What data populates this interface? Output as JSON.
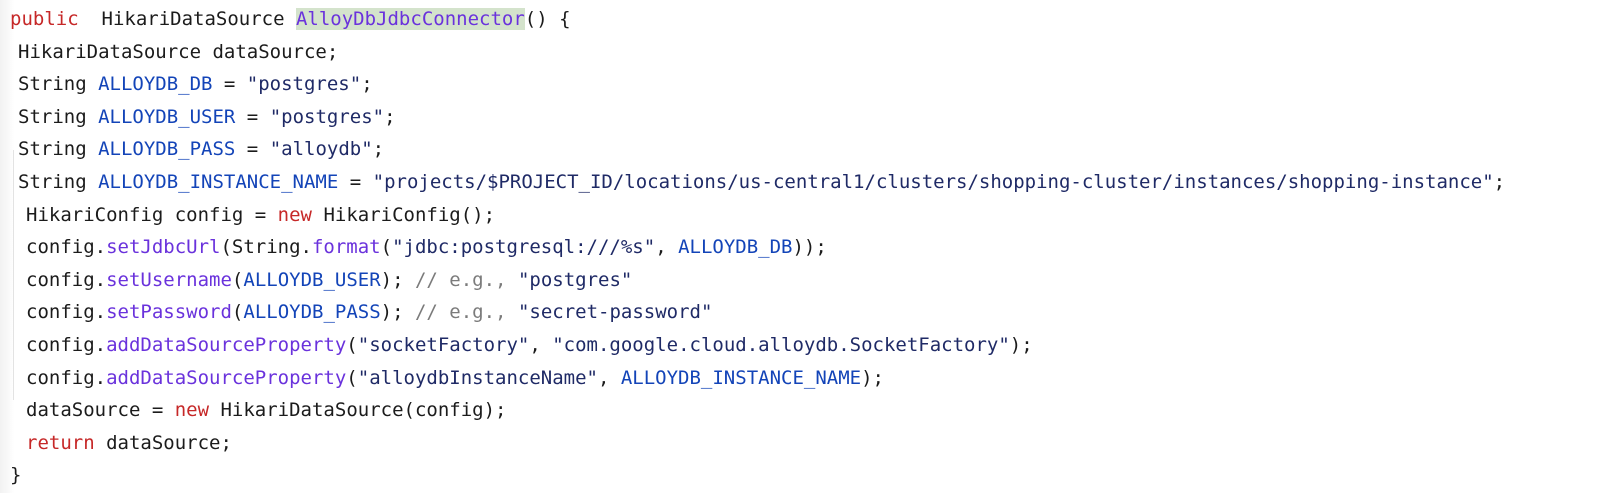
{
  "editor": {
    "language": "java",
    "background_color": "#ffffff",
    "selection_highlight_color": "#d4e3cc",
    "colors": {
      "plain": "#1b1b1b",
      "keyword": "#c62828",
      "identifier": "#1344b8",
      "string": "#1f2a66",
      "method": "#6a32dc",
      "comment": "#7b7b7b"
    }
  },
  "code": {
    "lines": [
      {
        "indent": 0,
        "tokens": [
          {
            "t": "public",
            "k": "keyword"
          },
          {
            "t": "  HikariDataSource ",
            "k": "plain"
          },
          {
            "t": "AlloyDbJdbcConnector",
            "k": "ctor"
          },
          {
            "t": "() {",
            "k": "plain"
          }
        ]
      },
      {
        "indent": 1,
        "tokens": [
          {
            "t": "HikariDataSource dataSource;",
            "k": "plain"
          }
        ]
      },
      {
        "indent": 1,
        "tokens": [
          {
            "t": "String ",
            "k": "plain"
          },
          {
            "t": "ALLOYDB_DB",
            "k": "ident"
          },
          {
            "t": " = ",
            "k": "plain"
          },
          {
            "t": "\"postgres\"",
            "k": "string"
          },
          {
            "t": ";",
            "k": "plain"
          }
        ]
      },
      {
        "indent": 1,
        "tokens": [
          {
            "t": "String ",
            "k": "plain"
          },
          {
            "t": "ALLOYDB_USER",
            "k": "ident"
          },
          {
            "t": " = ",
            "k": "plain"
          },
          {
            "t": "\"postgres\"",
            "k": "string"
          },
          {
            "t": ";",
            "k": "plain"
          }
        ]
      },
      {
        "indent": 1,
        "tokens": [
          {
            "t": "String ",
            "k": "plain"
          },
          {
            "t": "ALLOYDB_PASS",
            "k": "ident"
          },
          {
            "t": " = ",
            "k": "plain"
          },
          {
            "t": "\"alloydb\"",
            "k": "string"
          },
          {
            "t": ";",
            "k": "plain"
          }
        ]
      },
      {
        "indent": 1,
        "tokens": [
          {
            "t": "String ",
            "k": "plain"
          },
          {
            "t": "ALLOYDB_INSTANCE_NAME",
            "k": "ident"
          },
          {
            "t": " = ",
            "k": "plain"
          },
          {
            "t": "\"projects/$PROJECT_ID/locations/us-central1/clusters/shopping-cluster/instances/shopping-instance\"",
            "k": "string"
          },
          {
            "t": ";",
            "k": "plain"
          }
        ]
      },
      {
        "indent": 2,
        "tokens": [
          {
            "t": "HikariConfig config = ",
            "k": "plain"
          },
          {
            "t": "new",
            "k": "keyword"
          },
          {
            "t": " HikariConfig();",
            "k": "plain"
          }
        ]
      },
      {
        "indent": 2,
        "tokens": [
          {
            "t": "config.",
            "k": "plain"
          },
          {
            "t": "setJdbcUrl",
            "k": "method"
          },
          {
            "t": "(String.",
            "k": "plain"
          },
          {
            "t": "format",
            "k": "method"
          },
          {
            "t": "(",
            "k": "plain"
          },
          {
            "t": "\"jdbc:postgresql:///%s\"",
            "k": "string"
          },
          {
            "t": ", ",
            "k": "plain"
          },
          {
            "t": "ALLOYDB_DB",
            "k": "ident"
          },
          {
            "t": "));",
            "k": "plain"
          }
        ]
      },
      {
        "indent": 2,
        "tokens": [
          {
            "t": "config.",
            "k": "plain"
          },
          {
            "t": "setUsername",
            "k": "method"
          },
          {
            "t": "(",
            "k": "plain"
          },
          {
            "t": "ALLOYDB_USER",
            "k": "ident"
          },
          {
            "t": "); ",
            "k": "plain"
          },
          {
            "t": "// e.g., ",
            "k": "comment"
          },
          {
            "t": "\"postgres\"",
            "k": "string"
          }
        ]
      },
      {
        "indent": 2,
        "tokens": [
          {
            "t": "config.",
            "k": "plain"
          },
          {
            "t": "setPassword",
            "k": "method"
          },
          {
            "t": "(",
            "k": "plain"
          },
          {
            "t": "ALLOYDB_PASS",
            "k": "ident"
          },
          {
            "t": "); ",
            "k": "plain"
          },
          {
            "t": "// e.g., ",
            "k": "comment"
          },
          {
            "t": "\"secret-password\"",
            "k": "string"
          }
        ]
      },
      {
        "indent": 2,
        "tokens": [
          {
            "t": "config.",
            "k": "plain"
          },
          {
            "t": "addDataSourceProperty",
            "k": "method"
          },
          {
            "t": "(",
            "k": "plain"
          },
          {
            "t": "\"socketFactory\"",
            "k": "string"
          },
          {
            "t": ", ",
            "k": "plain"
          },
          {
            "t": "\"com.google.cloud.alloydb.SocketFactory\"",
            "k": "string"
          },
          {
            "t": ");",
            "k": "plain"
          }
        ]
      },
      {
        "indent": 2,
        "tokens": [
          {
            "t": "config.",
            "k": "plain"
          },
          {
            "t": "addDataSourceProperty",
            "k": "method"
          },
          {
            "t": "(",
            "k": "plain"
          },
          {
            "t": "\"alloydbInstanceName\"",
            "k": "string"
          },
          {
            "t": ", ",
            "k": "plain"
          },
          {
            "t": "ALLOYDB_INSTANCE_NAME",
            "k": "ident"
          },
          {
            "t": ");",
            "k": "plain"
          }
        ]
      },
      {
        "indent": 2,
        "tokens": [
          {
            "t": "dataSource = ",
            "k": "plain"
          },
          {
            "t": "new",
            "k": "keyword"
          },
          {
            "t": " HikariDataSource(config);",
            "k": "plain"
          }
        ]
      },
      {
        "indent": 2,
        "tokens": [
          {
            "t": "return",
            "k": "keyword"
          },
          {
            "t": " dataSource;",
            "k": "plain"
          }
        ]
      },
      {
        "indent": 0,
        "tokens": [
          {
            "t": "}",
            "k": "plain"
          }
        ]
      }
    ]
  }
}
